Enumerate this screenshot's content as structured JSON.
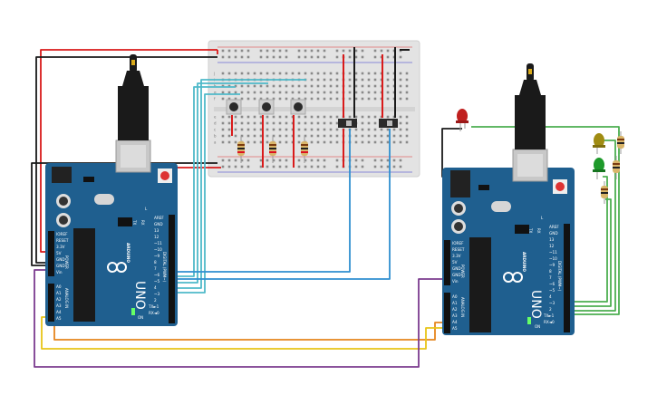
{
  "board_left": {
    "brand": "ARDUINO",
    "model": "UNO",
    "power_header": "POWER",
    "analog_header": "ANALOG IN",
    "digital_header": "DIGITAL (PWM~)",
    "led_tx": "TX",
    "led_rx": "RX",
    "led_l": "L",
    "led_on": "ON",
    "power_pins": [
      "IOREF",
      "RESET",
      "3.3V",
      "5V",
      "GND",
      "GND",
      "Vin"
    ],
    "analog_pins": [
      "A0",
      "A1",
      "A2",
      "A3",
      "A4",
      "A5"
    ],
    "digital_pins": [
      "AREF",
      "GND",
      "13",
      "12",
      "~11",
      "~10",
      "~9",
      "8",
      "7",
      "~6",
      "~5",
      "4",
      "~3",
      "2",
      "TX►1",
      "RX◄0"
    ]
  },
  "board_right": {
    "brand": "ARDUINO",
    "model": "UNO",
    "power_header": "POWER",
    "analog_header": "ANALOG IN",
    "digital_header": "DIGITAL (PWM~)",
    "led_tx": "TX",
    "led_rx": "RX",
    "led_l": "L",
    "led_on": "ON",
    "power_pins": [
      "IOREF",
      "RESET",
      "3.3V",
      "5V",
      "GND",
      "GND",
      "Vin"
    ],
    "analog_pins": [
      "A0",
      "A1",
      "A2",
      "A3",
      "A4",
      "A5"
    ],
    "digital_pins": [
      "AREF",
      "GND",
      "13",
      "12",
      "~11",
      "~10",
      "~9",
      "8",
      "7",
      "~6",
      "~5",
      "4",
      "~3",
      "2",
      "TX►1",
      "RX◄0"
    ]
  },
  "breadboard": {
    "row_letters": [
      "a",
      "b",
      "c",
      "d",
      "e",
      "f",
      "g",
      "h",
      "i",
      "j"
    ]
  },
  "colors": {
    "board_blue": "#1f5f8f",
    "breadboard": "#e4e4e4",
    "wire_red": "#d91a1a",
    "wire_black": "#1a1a1a",
    "wire_cyan": "#4fb9c9",
    "wire_blue": "#2f8fd0",
    "wire_green": "#4caf50",
    "wire_orange": "#e5851d",
    "wire_yellow": "#e8c517",
    "wire_purple": "#7b3b8f",
    "led_red": "#c0201f",
    "led_yellow": "#a08c12",
    "led_green": "#1e9a2b"
  }
}
